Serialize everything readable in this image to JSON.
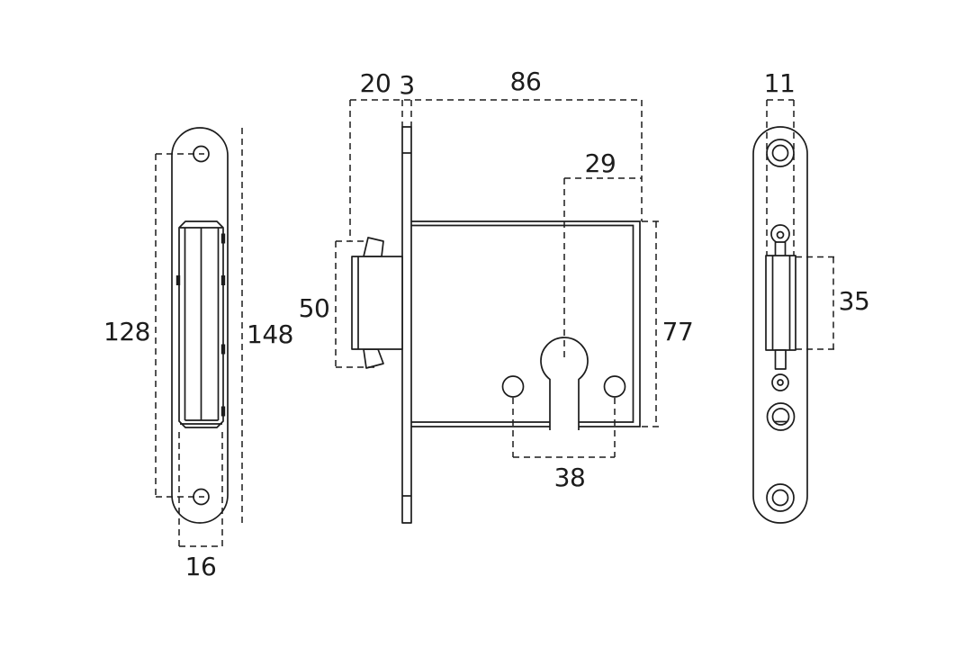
{
  "colors": {
    "background": "#ffffff",
    "line": "#1c1c1c"
  },
  "views": {
    "front": {
      "labels": {
        "d128": "128",
        "d148": "148",
        "d16": "16"
      }
    },
    "side": {
      "labels": {
        "d20": "20",
        "d3": "3",
        "d86": "86",
        "d29": "29",
        "d50": "50",
        "d77": "77",
        "d38": "38"
      }
    },
    "rear": {
      "labels": {
        "d11": "11",
        "d35": "35"
      }
    }
  }
}
